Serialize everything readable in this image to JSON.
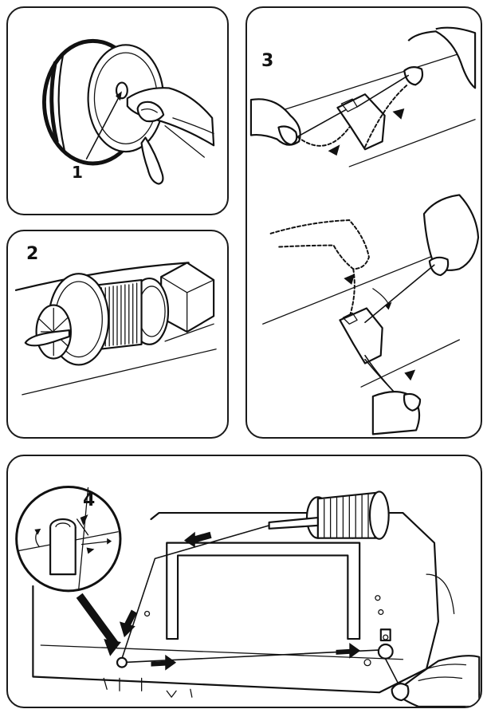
{
  "panels": {
    "panel1": {
      "callout": "1"
    },
    "panel2": {
      "step": "2"
    },
    "panel3": {
      "step": "3"
    },
    "panel4": {
      "step": "4"
    }
  },
  "icons": [
    "bobbin-hole-icon",
    "spool-pin-icon",
    "needle-threading-icon",
    "thread-guide-icon",
    "direction-arrow-icon",
    "hand-icon"
  ]
}
